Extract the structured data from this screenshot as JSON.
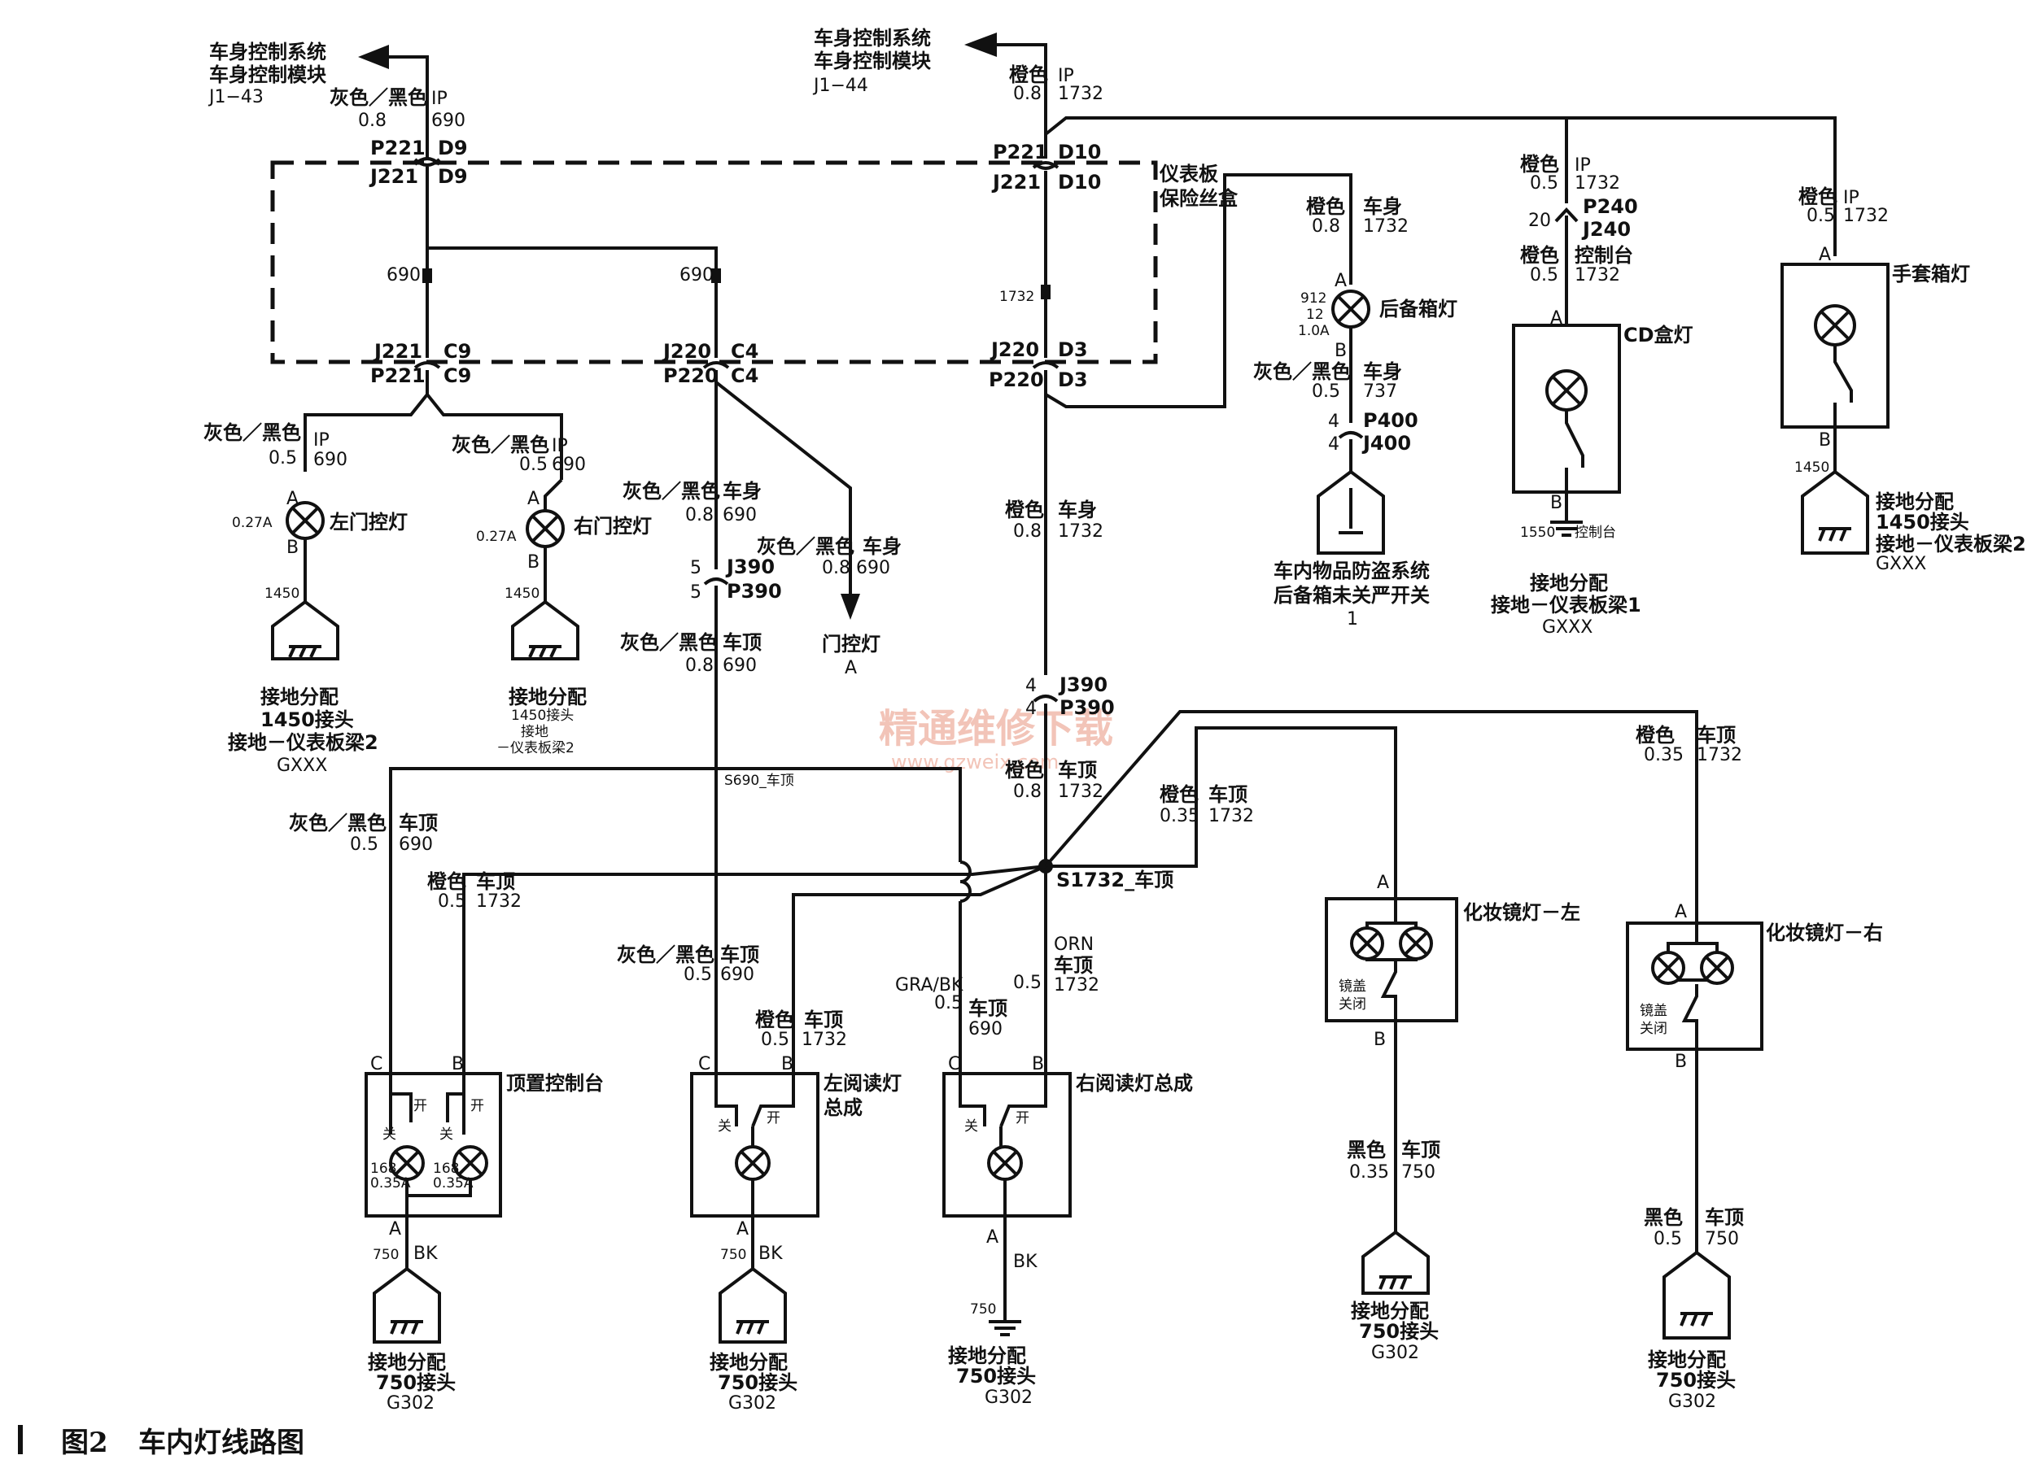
{
  "caption": {
    "fig": "图2",
    "title": "车内灯线路图"
  },
  "watermark": {
    "main": "精通维修下载",
    "url": "www.gzweix.com"
  },
  "bcm_left": {
    "line1": "车身控制系统",
    "line2": "车身控制模块",
    "pin": "J1−43",
    "color": "灰色／黑色",
    "size": "0.8",
    "circuit": "690",
    "zone": "IP"
  },
  "bcm_right": {
    "line1": "车身控制系统",
    "line2": "车身控制模块",
    "pin": "J1−44",
    "color": "橙色",
    "size": "0.8",
    "circuit": "1732",
    "zone": "IP"
  },
  "conn": {
    "p221": "P221",
    "j221": "J221",
    "d9": "D9",
    "d10": "D10",
    "j220": "J220",
    "p220": "P220",
    "c9": "C9",
    "c4": "C4",
    "d3": "D3",
    "j390": "J390",
    "p390": "P390",
    "p240": "P240",
    "j240": "J240",
    "p400": "P400",
    "j400": "J400",
    "pin4": "4",
    "pin5": "5",
    "pin20": "20"
  },
  "fuse_box": {
    "line1": "仪表板",
    "line2": "保险丝盒"
  },
  "wire_labels": {
    "c690": "690",
    "c1732": "1732",
    "c737": "737",
    "c750": "750",
    "c1450": "1450",
    "c1550": "1550",
    "s690": "S690_车顶",
    "s1732": "S1732_车顶"
  },
  "words": {
    "gray_black": "灰色／黑色",
    "orange": "橙色",
    "black": "黑色",
    "ip": "IP",
    "body": "车身",
    "roof": "车顶",
    "console": "控制台",
    "bk": "BK",
    "orn": "ORN",
    "grabk": "GRA/BK",
    "s05": "0.5",
    "s08": "0.8",
    "s035": "0.35",
    "a": "A",
    "b": "B",
    "c": "C",
    "on": "开",
    "off": "关",
    "amp027": "0.27A"
  },
  "lamps": {
    "left_door": "左门控灯",
    "right_door": "右门控灯",
    "door_lamp": "门控灯",
    "trunk": "后备箱灯",
    "trunk_spec1": "912",
    "trunk_spec2": "12",
    "trunk_spec3": "1.0A",
    "cd": "CD盒灯",
    "glove": "手套箱灯",
    "overhead": "顶置控制台",
    "overhead_spec1": "168",
    "overhead_spec2": "0.35A",
    "left_read1": "左阅读灯",
    "left_read2": "总成",
    "right_read": "右阅读灯总成",
    "vanity_l": "化妆镜灯－左",
    "vanity_r": "化妆镜灯－右",
    "mirror_cover1": "镜盖",
    "mirror_cover2": "关闭"
  },
  "trunk_switch": {
    "line1": "车内物品防盗系统",
    "line2": "后备箱未关严开关",
    "num": "1"
  },
  "grounds": {
    "dist": "接地分配",
    "j1450": "1450接头",
    "ipbeam2": "接地－仪表板梁2",
    "ipbeam1": "接地－仪表板梁1",
    "gxxx": "GXXX",
    "j750": "750接头",
    "g302": "G302",
    "ground": "接地",
    "ipbeam2b": "－仪表板梁2"
  }
}
